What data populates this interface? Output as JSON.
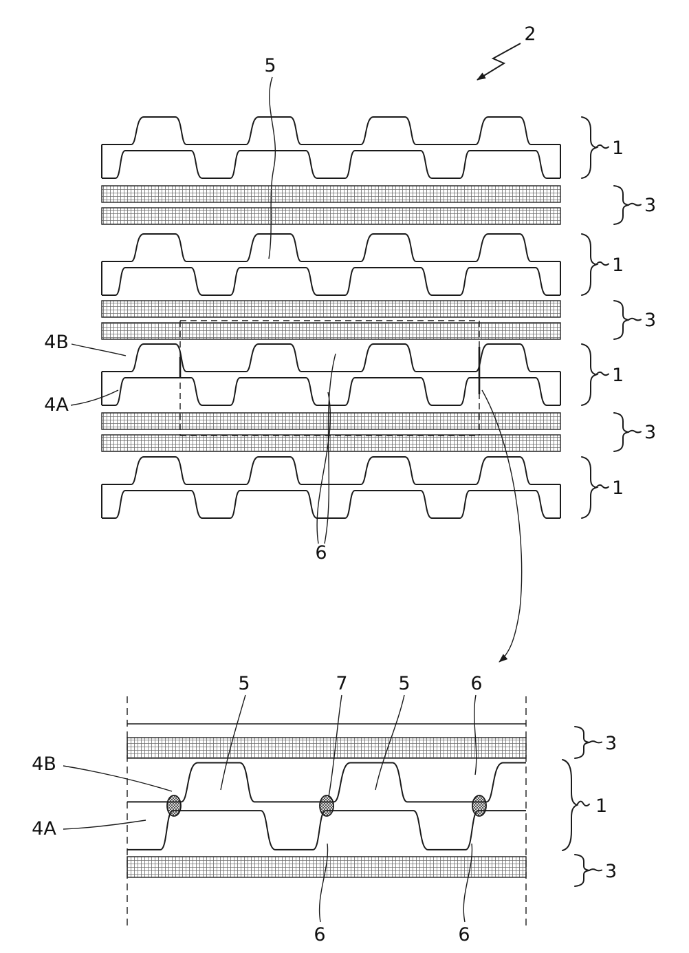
{
  "labels": {
    "n1": "1",
    "n2": "2",
    "n3": "3",
    "n4A": "4A",
    "n4B": "4B",
    "n5": "5",
    "n6": "6",
    "n7": "7"
  },
  "colors": {
    "line": "#1a1a1a",
    "hatch_grid": "#6d6d6d",
    "hatch_diag": "#333333",
    "background": "#ffffff"
  }
}
